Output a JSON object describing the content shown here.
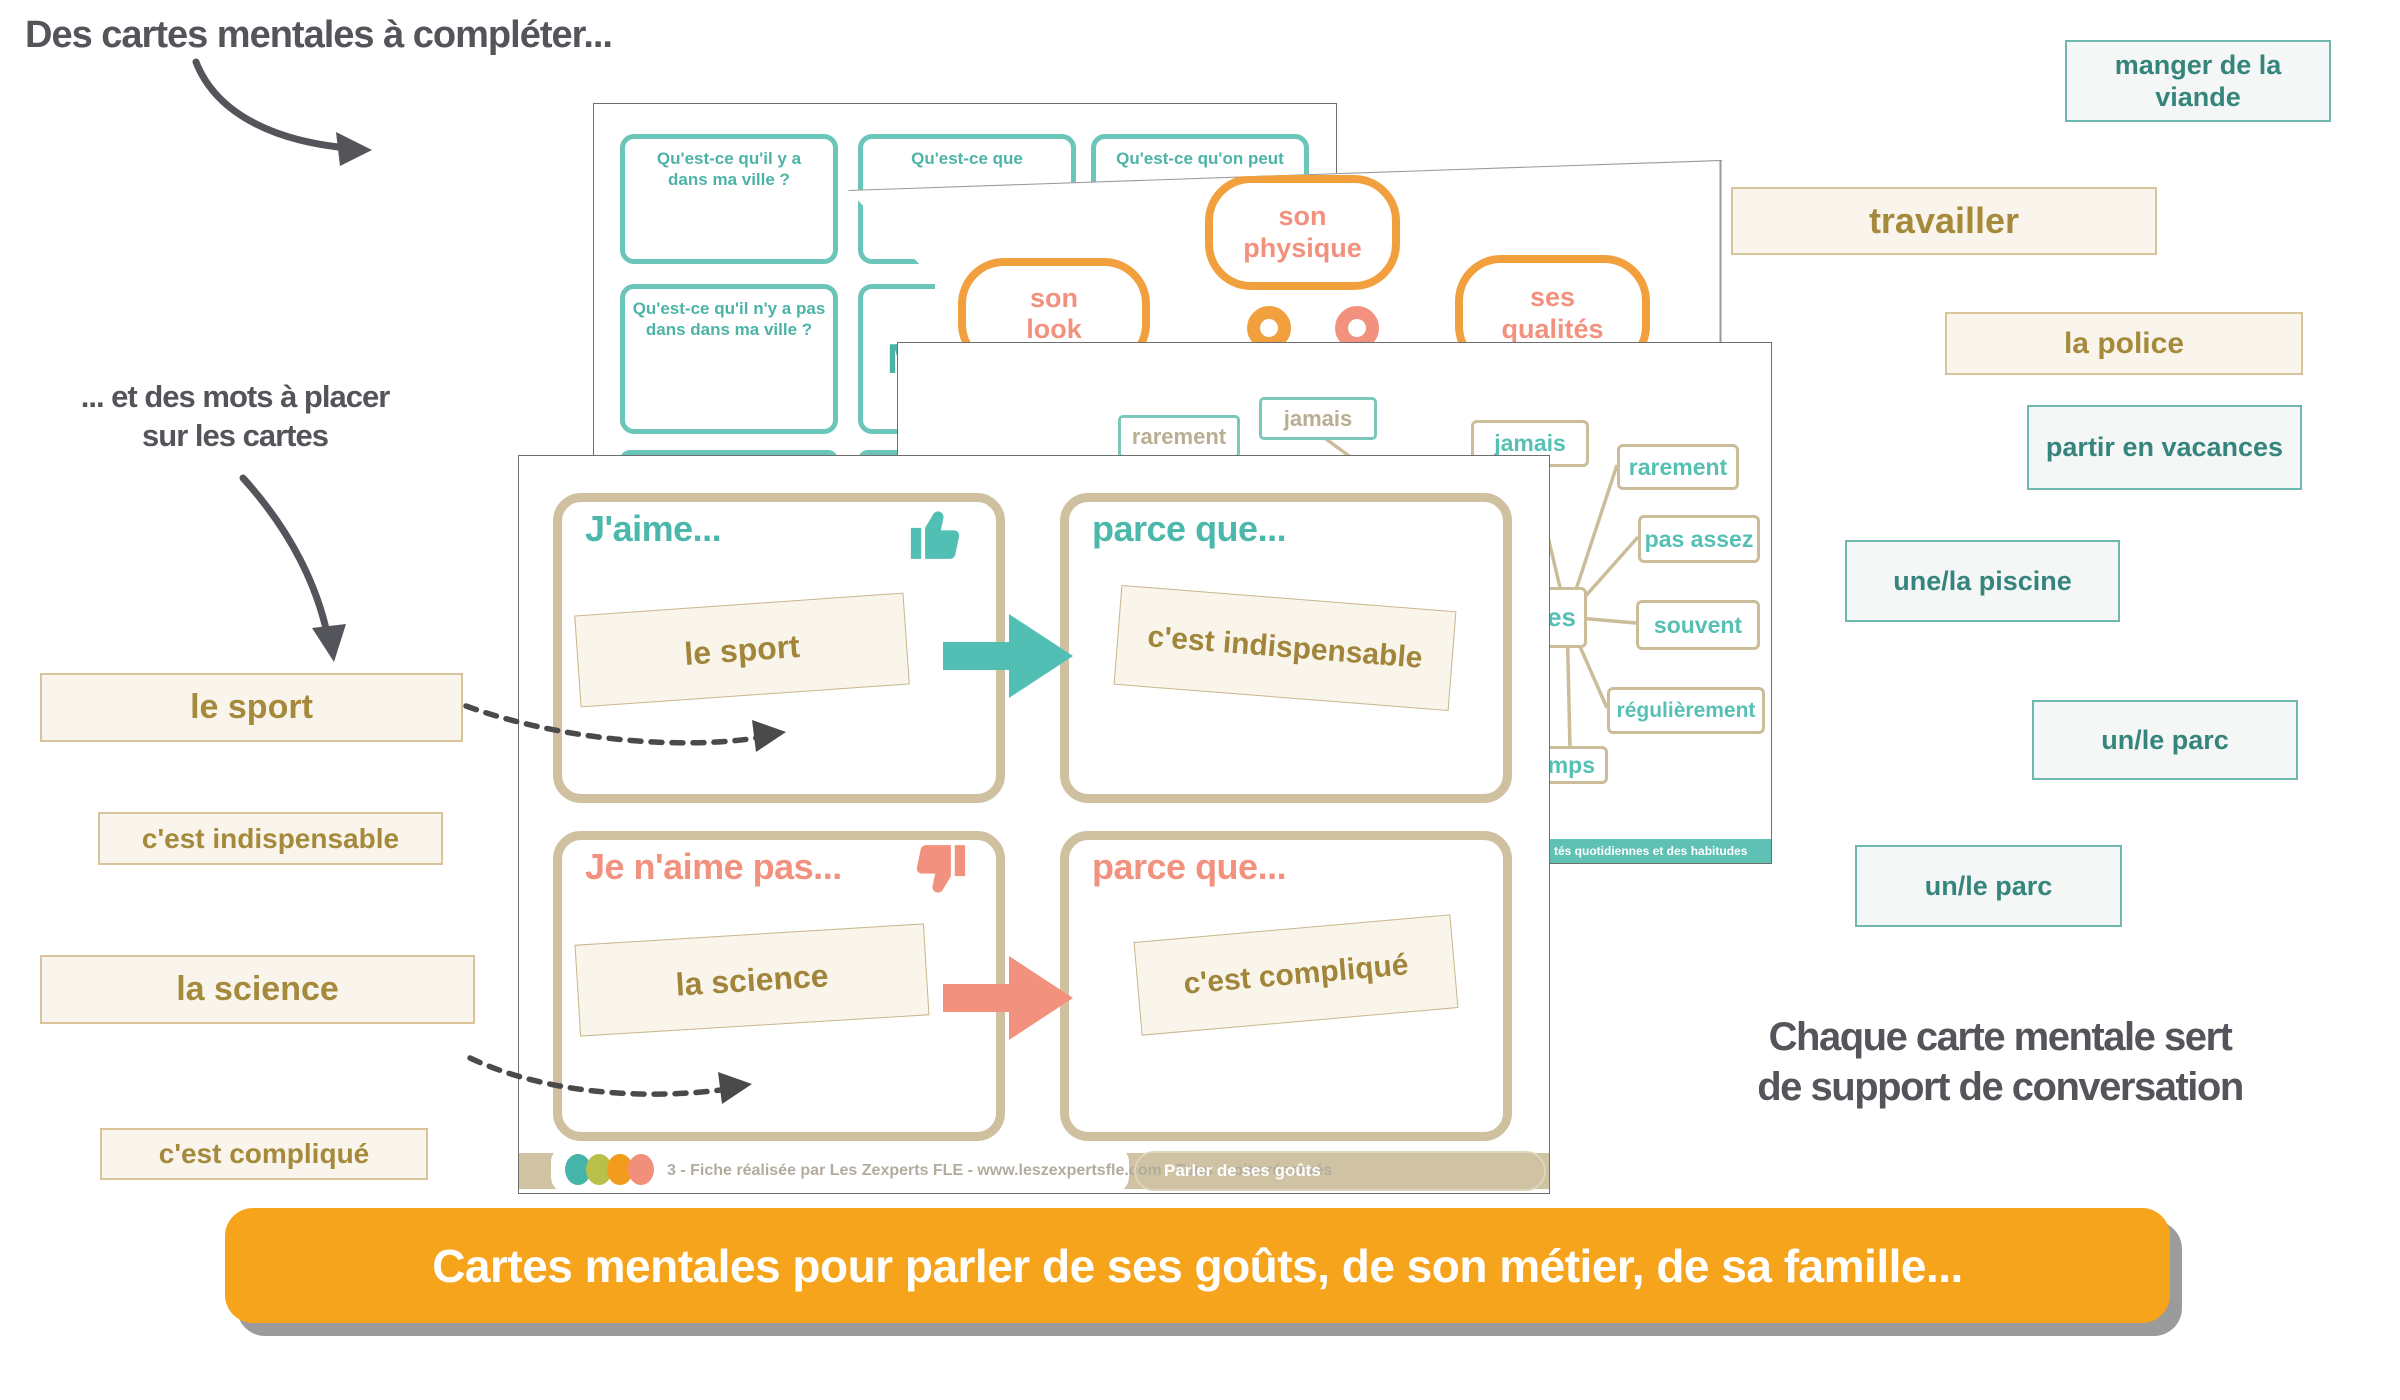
{
  "annotations": {
    "top_note": "Des cartes mentales à compléter...",
    "left_note": "... et des mots à placer\nsur les cartes",
    "right_note": "Chaque carte mentale sert\nde support de conversation"
  },
  "worksheet_ville": {
    "q_top_left": "Qu'est-ce qu'il y a\ndans ma ville ?",
    "q_top_mid": "Qu'est-ce que",
    "q_top_right": "Qu'est-ce qu'on peut",
    "q_row2_left": "Qu'est-ce qu'il n'y a pas\ndans dans ma ville ?",
    "center_partial": "Ma"
  },
  "worksheet_portrait": {
    "node_physique": "son\nphysique",
    "node_look": "son\nlook",
    "node_qualites": "ses\nqualités"
  },
  "worksheet_frequency": {
    "left_boxes": [
      {
        "label": "rarement"
      },
      {
        "label": "jamais"
      }
    ],
    "right_boxes": [
      {
        "label": "jamais"
      },
      {
        "label": "rarement"
      },
      {
        "label": "pas assez"
      },
      {
        "label": "souvent"
      },
      {
        "label": "régulièrement"
      }
    ],
    "center_partial": "es",
    "bottom_partial": "mps",
    "footer_text": "tés quotidiennes et des habitudes"
  },
  "worksheet_gouts": {
    "q1_title": "J'aime...",
    "q2_title": "parce que...",
    "q3_title": "Je n'aime pas...",
    "q4_title": "parce que...",
    "card_like": "le sport",
    "card_reason_like": "c'est indispensable",
    "card_dislike": "la science",
    "card_reason_dislike": "c'est compliqué",
    "footer_attribution": "3 - Fiche réalisée par Les Zexperts FLE - www.leszexpertsfle.com - Tous droits réservés",
    "footer_badge": "Parler de ses goûts"
  },
  "left_words": [
    {
      "label": "le sport"
    },
    {
      "label": "c'est indispensable"
    },
    {
      "label": "la science"
    },
    {
      "label": "c'est compliqué"
    }
  ],
  "right_words": [
    {
      "label": "manger de la\nviande"
    },
    {
      "label": "travailler"
    },
    {
      "label": "la police"
    },
    {
      "label": "partir en vacances"
    },
    {
      "label": "une/la piscine"
    },
    {
      "label": "un/le parc"
    },
    {
      "label": "un/le parc"
    }
  ],
  "banner": {
    "label": "Cartes mentales pour parler de ses goûts, de son métier, de sa famille..."
  },
  "colors": {
    "teal": "#4cb8ab",
    "teal_dark_text": "#35857c",
    "salmon": "#F2917E",
    "orange_node": "#F2A03D",
    "tan": "#cfc1a0",
    "olive_text": "#a58a3c",
    "banner_orange": "#F7A41D",
    "dark_gray_text": "#54555A",
    "cream_bg": "#faf5ec"
  }
}
